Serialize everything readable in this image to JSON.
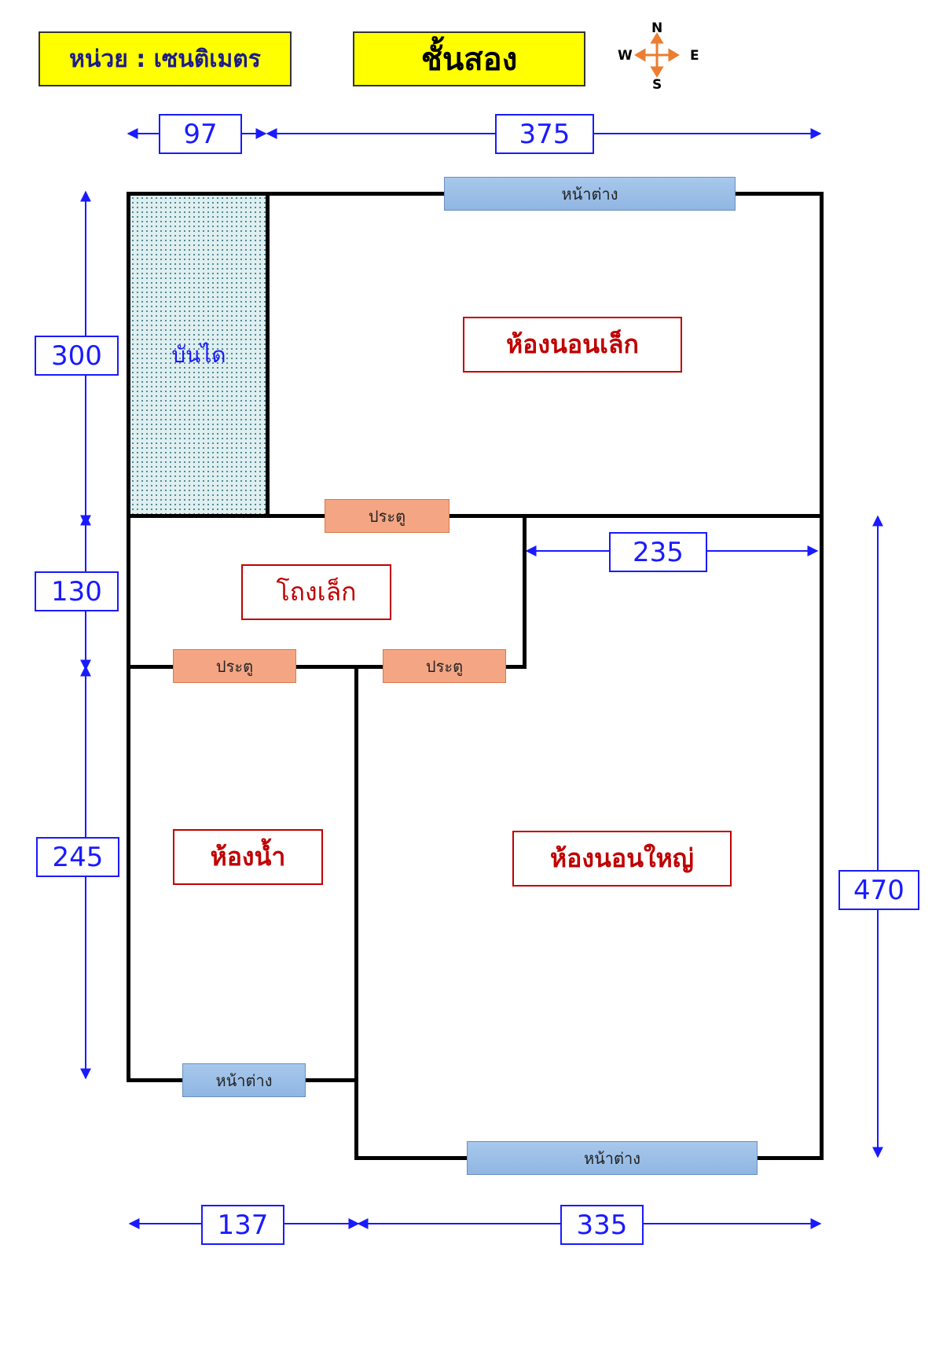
{
  "header": {
    "unit_label": "หน่วย : เซนติเมตร",
    "floor_title": "ชั้นสอง"
  },
  "compass": {
    "n": "N",
    "s": "S",
    "e": "E",
    "w": "W",
    "arrow_color": "#ed7d31"
  },
  "dimensions": {
    "top_left": "97",
    "top_right": "375",
    "left_top": "300",
    "left_middle": "130",
    "left_bottom": "245",
    "right_inner": "235",
    "right_outer": "470",
    "bottom_left": "137",
    "bottom_right": "335"
  },
  "rooms": {
    "stairs": "บันได",
    "small_bedroom": "ห้องนอนเล็ก",
    "small_hall": "โถงเล็ก",
    "bathroom": "ห้องน้ำ",
    "master_bedroom": "ห้องนอนใหญ่"
  },
  "openings": {
    "window_top": "หน้าต่าง",
    "door_small_bedroom": "ประตู",
    "door_bathroom": "ประตู",
    "door_master": "ประตู",
    "window_bathroom": "หน้าต่าง",
    "window_master": "หน้าต่าง"
  },
  "colors": {
    "dimension": "#1a1aff",
    "room_label": "#c00000",
    "title_fill": "#ffff00",
    "window_fill": "#9dc0e8",
    "door_fill": "#f4a684",
    "stair_fill": "#dfeff0"
  }
}
